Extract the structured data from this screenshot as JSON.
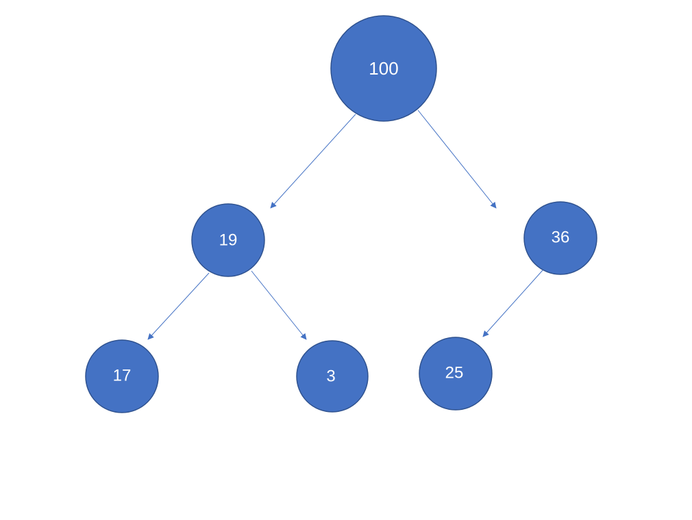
{
  "colors": {
    "node_fill": "#4472c4",
    "node_border": "#2f528f",
    "label": "#ffffff",
    "edge": "#4472c4"
  },
  "tree": {
    "nodes": [
      {
        "id": "n100",
        "label": "100"
      },
      {
        "id": "n19",
        "label": "19"
      },
      {
        "id": "n36",
        "label": "36"
      },
      {
        "id": "n17",
        "label": "17"
      },
      {
        "id": "n3",
        "label": "3"
      },
      {
        "id": "n25",
        "label": "25"
      }
    ],
    "edges": [
      {
        "from": "n100",
        "to": "n19"
      },
      {
        "from": "n100",
        "to": "n36"
      },
      {
        "from": "n19",
        "to": "n17"
      },
      {
        "from": "n19",
        "to": "n3"
      },
      {
        "from": "n36",
        "to": "n25"
      }
    ]
  }
}
